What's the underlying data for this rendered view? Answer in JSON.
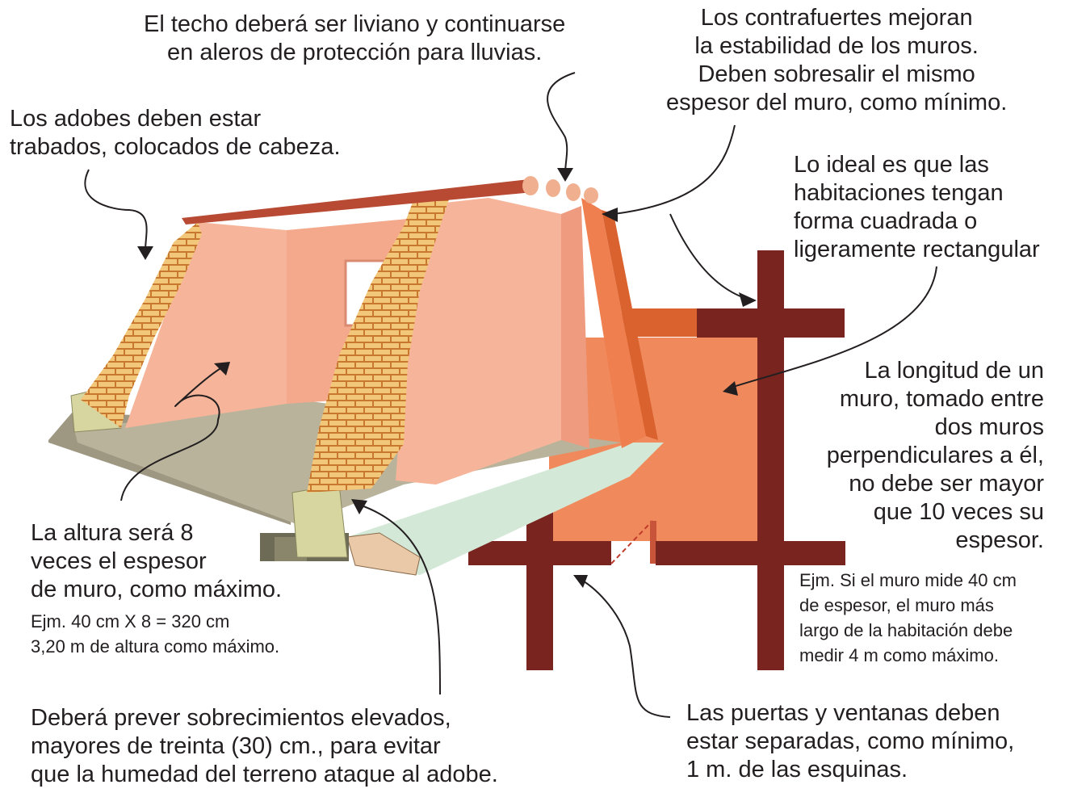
{
  "annotations": {
    "roof": [
      "El techo deberá ser liviano y continuarse",
      "en aleros de protección para lluvias."
    ],
    "buttresses": [
      "Los contrafuertes mejoran",
      "la estabilidad de los muros.",
      "Deben sobresalir el mismo",
      "espesor del muro, como mínimo."
    ],
    "adobes": [
      "Los adobes deben estar",
      "trabados, colocados de cabeza."
    ],
    "room_shape": [
      "Lo ideal es que las",
      "habitaciones tengan",
      "forma cuadrada o",
      "ligeramente rectangular"
    ],
    "wall_length": [
      "La longitud de un",
      "muro, tomado entre",
      "dos muros",
      "perpendiculares a él,",
      "no debe ser mayor",
      "que 10 veces su",
      "espesor."
    ],
    "wall_length_example": [
      "Ejm. Si el muro mide 40 cm",
      "de espesor, el muro más",
      "largo de la habitación debe",
      "medir 4 m como máximo."
    ],
    "height": [
      "La altura será 8",
      "veces el espesor",
      "de muro, como máximo."
    ],
    "height_example": [
      "Ejm. 40 cm X 8 = 320 cm",
      "3,20 m de altura como máximo."
    ],
    "foundation": [
      "Deberá prever sobrecimientos elevados,",
      "mayores de treinta (30) cm., para evitar",
      "que la humedad del terreno ataque al adobe."
    ],
    "openings": [
      "Las puertas y ventanas deben",
      "estar separadas, como mínimo,",
      "1 m. de las esquinas."
    ]
  },
  "colors": {
    "wall_plaster": "#f6b59a",
    "wall_plaster_dark": "#ee9b80",
    "brick": "#f2c77a",
    "brick_mortar": "#c8782f",
    "floor": "#b8b39a",
    "roof_beam": "#b84a33",
    "buttress": "#ef7f4f",
    "plan_fill": "#f08a5c",
    "plan_wall": "#7a2420",
    "foundation": "#d7d6a0"
  }
}
